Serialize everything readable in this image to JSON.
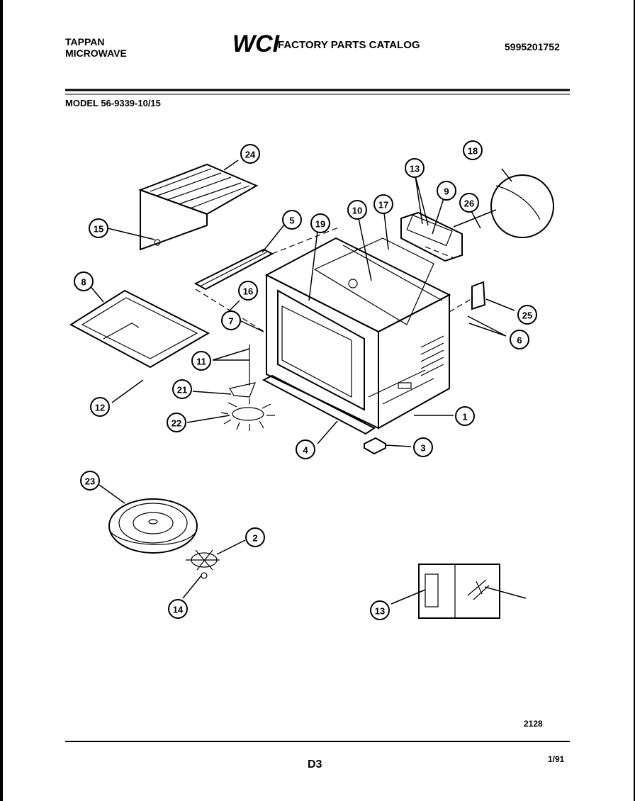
{
  "header": {
    "brand_line1": "TAPPAN",
    "brand_line2": "MICROWAVE",
    "logo_text": "WCI",
    "catalog_title": "FACTORY PARTS CATALOG",
    "catalog_number": "5995201752",
    "model_label": "MODEL 56-9339-10/15"
  },
  "footer": {
    "diagram_code": "2128",
    "page_code": "D3",
    "date": "1/91"
  },
  "callouts": [
    "24",
    "15",
    "8",
    "5",
    "19",
    "10",
    "17",
    "13",
    "9",
    "26",
    "18",
    "16",
    "7",
    "25",
    "6",
    "11",
    "21",
    "12",
    "22",
    "4",
    "1",
    "3",
    "23",
    "2",
    "14",
    "13"
  ]
}
